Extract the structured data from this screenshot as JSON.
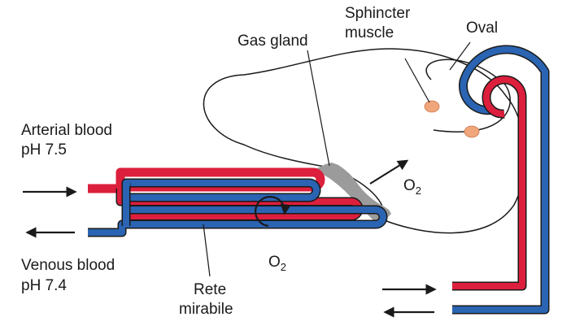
{
  "labels": {
    "arterial": {
      "line1": "Arterial blood",
      "line2": "pH 7.5"
    },
    "venous": {
      "line1": "Venous blood",
      "line2": "pH 7.4"
    },
    "gas_gland": "Gas gland",
    "sphincter": {
      "line1": "Sphincter",
      "line2": "muscle"
    },
    "oval": "Oval",
    "rete": {
      "line1": "Rete",
      "line2": "mirabile"
    },
    "o2_out": {
      "base": "O",
      "sub": "2"
    },
    "o2_cycle": {
      "base": "O",
      "sub": "2"
    }
  },
  "colors": {
    "artery": "#dc1f3c",
    "vein": "#2a64b2",
    "gland": "#9b9b9b",
    "sphincter": "#f0a57a",
    "outline": "#1a1a1a"
  },
  "icons": {
    "arrow_in_left": "arrow-right-icon",
    "arrow_out_left": "arrow-left-icon",
    "arrow_in_right": "arrow-right-icon",
    "arrow_out_right": "arrow-left-icon",
    "o2_diffusion": "arrow-up-right-icon",
    "o2_cycle": "circular-arrow-icon"
  }
}
